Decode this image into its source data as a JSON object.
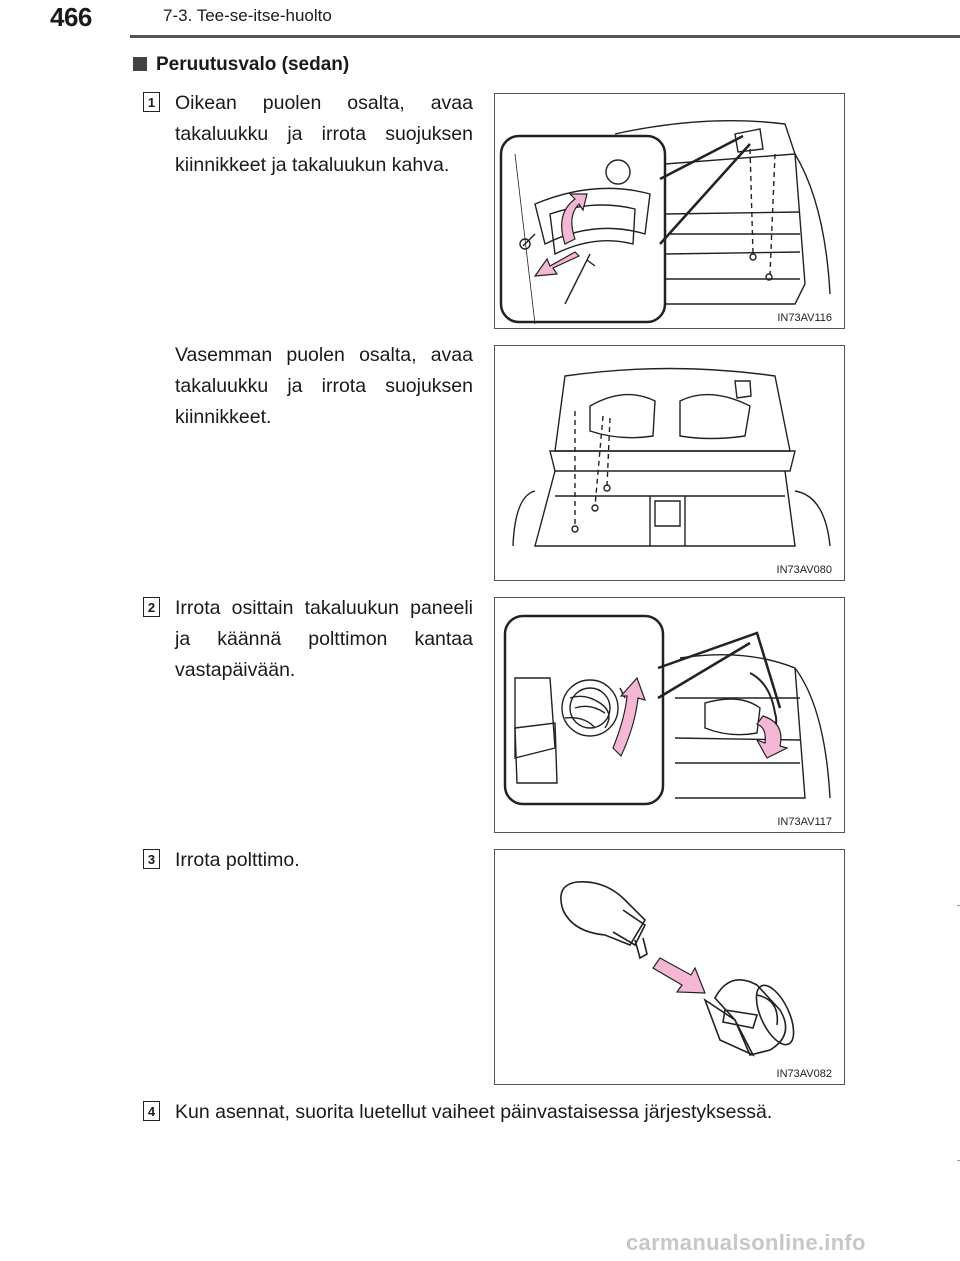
{
  "header": {
    "page_number": "466",
    "chapter": "7-3. Tee-se-itse-huolto"
  },
  "section": {
    "title": "Peruutusvalo (sedan)"
  },
  "steps": [
    {
      "number": "1",
      "text": "Oikean puolen osalta, avaa takaluukku ja irrota suojuksen kiinnikkeet ja takaluukun kahva.",
      "text_b": "Vasemman puolen osalta, avaa takaluukku ja irrota suojuksen kiinnikkeet."
    },
    {
      "number": "2",
      "text": "Irrota osittain takaluukun paneeli ja käännä polttimon kantaa vastapäivään."
    },
    {
      "number": "3",
      "text": "Irrota polttimo."
    },
    {
      "number": "4",
      "text": "Kun asennat, suorita luetellut vaiheet päinvastaisessa järjestyksessä."
    }
  ],
  "figures": [
    {
      "id": "IN73AV116"
    },
    {
      "id": "IN73AV080"
    },
    {
      "id": "IN73AV117"
    },
    {
      "id": "IN73AV082"
    }
  ],
  "colors": {
    "arrow": "#f4b8d4",
    "line": "#222222",
    "rule": "#555555"
  },
  "footer": {
    "watermark": "carmanualsonline.info"
  }
}
